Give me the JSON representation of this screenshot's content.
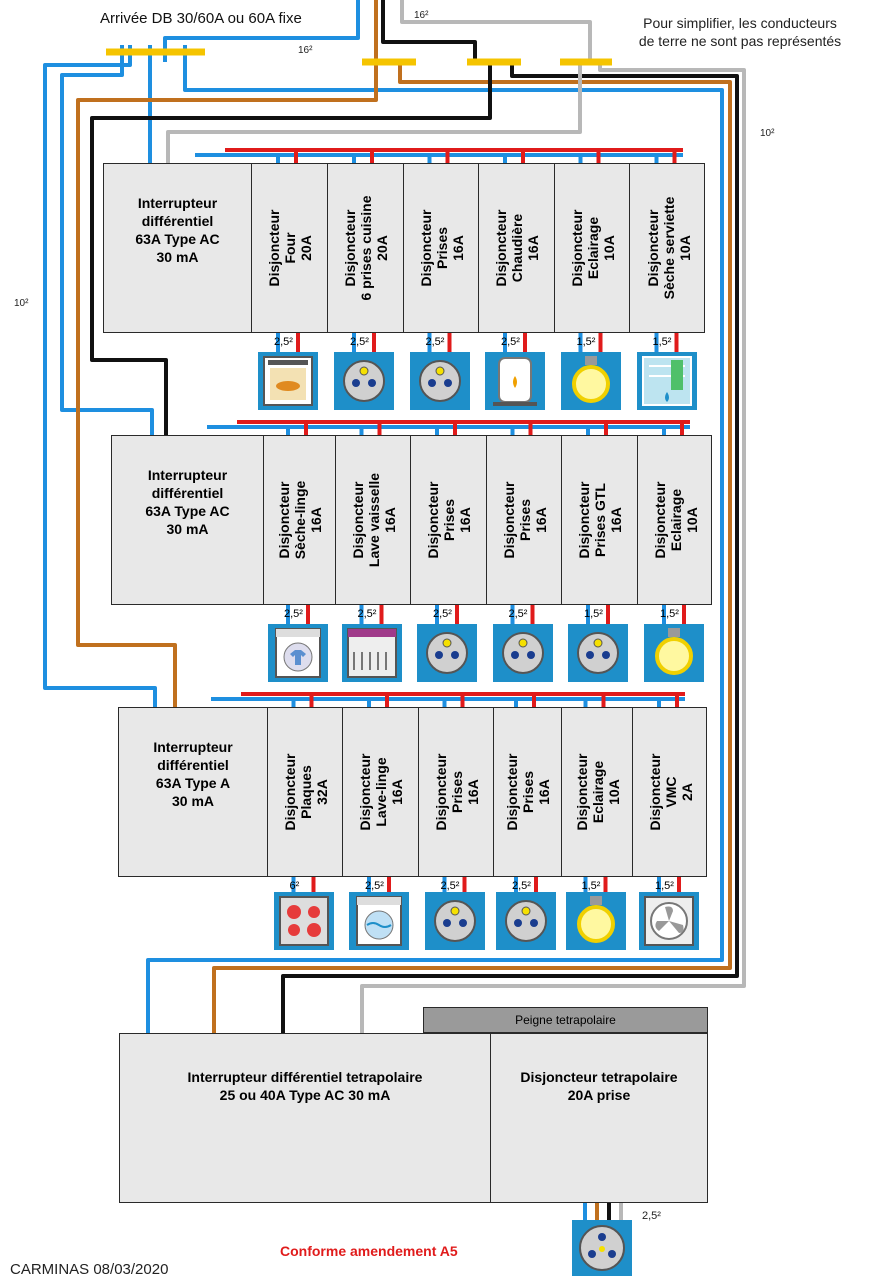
{
  "header": {
    "arrival": "Arrivée DB 30/60A ou 60A fixe",
    "note_line1": "Pour simplifier, les conducteurs",
    "note_line2": "de terre ne sont pas représentés",
    "sec_16_top": "16²",
    "sec_16_mid": "16²",
    "sec_10_left": "10²",
    "sec_10_right": "10²"
  },
  "rows": [
    {
      "diff": [
        "Interrupteur",
        "différentiel",
        "63A Type AC",
        "30 mA"
      ],
      "breakers": [
        {
          "label": "Disjoncteur\nFour\n20A",
          "section": "2,5²",
          "icon": "oven-icon"
        },
        {
          "label": "Disjoncteur\n6 prises cuisine\n20A",
          "section": "2,5²",
          "icon": "socket-icon"
        },
        {
          "label": "Disjoncteur\nPrises\n16A",
          "section": "2,5²",
          "icon": "socket-icon"
        },
        {
          "label": "Disjoncteur\nChaudière\n16A",
          "section": "2,5²",
          "icon": "boiler-icon"
        },
        {
          "label": "Disjoncteur\nEclairage\n10A",
          "section": "1,5²",
          "icon": "bulb-icon"
        },
        {
          "label": "Disjoncteur\nSèche serviette\n10A",
          "section": "1,5²",
          "icon": "towel-dryer-icon"
        }
      ]
    },
    {
      "diff": [
        "Interrupteur",
        "différentiel",
        "63A Type AC",
        "30 mA"
      ],
      "breakers": [
        {
          "label": "Disjoncteur\nSèche-linge\n16A",
          "section": "2,5²",
          "icon": "dryer-icon"
        },
        {
          "label": "Disjoncteur\nLave vaisselle\n16A",
          "section": "2,5²",
          "icon": "dishwasher-icon"
        },
        {
          "label": "Disjoncteur\nPrises\n16A",
          "section": "2,5²",
          "icon": "socket-icon"
        },
        {
          "label": "Disjoncteur\nPrises\n16A",
          "section": "2,5²",
          "icon": "socket-icon"
        },
        {
          "label": "Disjoncteur\nPrises GTL\n16A",
          "section": "1,5²",
          "icon": "socket-icon"
        },
        {
          "label": "Disjoncteur\nEclairage\n10A",
          "section": "1,5²",
          "icon": "bulb-icon"
        }
      ]
    },
    {
      "diff": [
        "Interrupteur",
        "différentiel",
        "63A Type A",
        "30 mA"
      ],
      "breakers": [
        {
          "label": "Disjoncteur\nPlaques\n32A",
          "section": "6²",
          "icon": "hob-icon"
        },
        {
          "label": "Disjoncteur\nLave-linge\n16A",
          "section": "2,5²",
          "icon": "washer-icon"
        },
        {
          "label": "Disjoncteur\nPrises\n16A",
          "section": "2,5²",
          "icon": "socket-icon"
        },
        {
          "label": "Disjoncteur\nPrises\n16A",
          "section": "2,5²",
          "icon": "socket-icon"
        },
        {
          "label": "Disjoncteur\nEclairage\n10A",
          "section": "1,5²",
          "icon": "bulb-icon"
        },
        {
          "label": "Disjoncteur\nVMC\n2A",
          "section": "1,5²",
          "icon": "fan-icon"
        }
      ]
    }
  ],
  "bottom": {
    "comb": "Peigne tetrapolaire",
    "tetra_diff_line1": "Interrupteur différentiel tetrapolaire",
    "tetra_diff_line2": "25 ou 40A Type AC 30 mA",
    "tetra_brk_line1": "Disjoncteur tetrapolaire",
    "tetra_brk_line2": "20A prise",
    "tetra_section": "2,5²",
    "tetra_icon": "three-phase-socket-icon"
  },
  "footer": {
    "author": "CARMINAS 08/03/2020",
    "compliance": "Conforme amendement A5"
  },
  "colors": {
    "phase": "#e01b1b",
    "neutral": "#1e8fe0",
    "brown": "#c0701e",
    "black": "#111111",
    "grey": "#b8b8b8",
    "busbar": "#f5c400",
    "icon_bg": "#1e8fc9",
    "compliance": "#e01b1b"
  }
}
